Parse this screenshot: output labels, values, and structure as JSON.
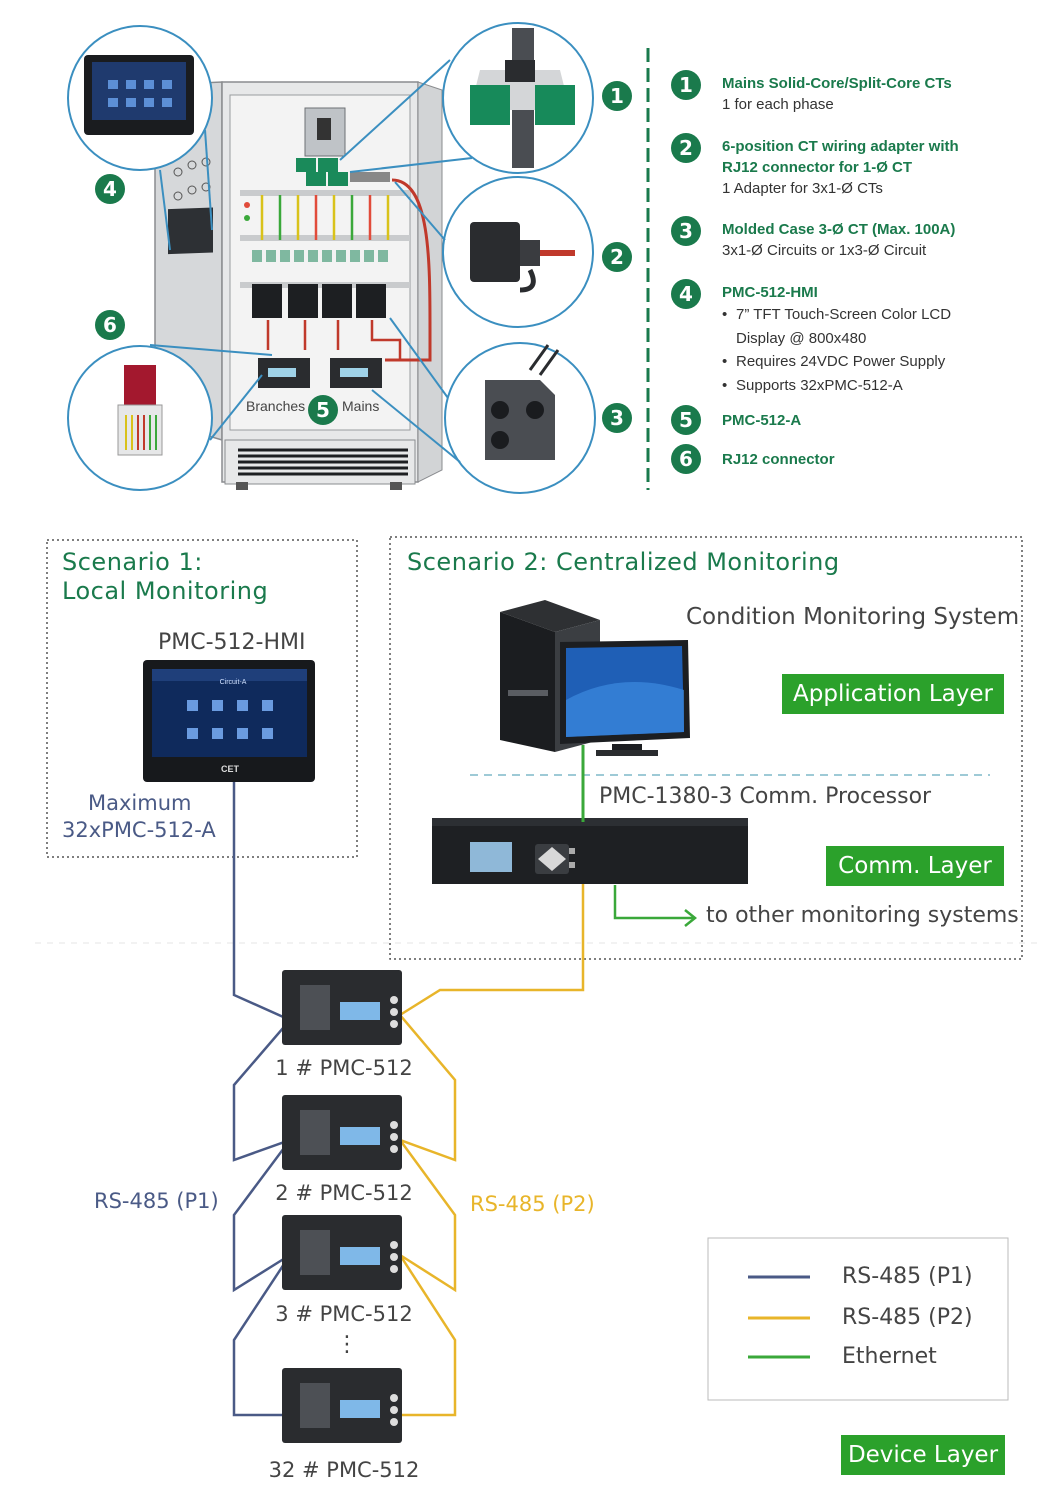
{
  "legend": [
    {
      "num": "1",
      "title": "Mains Solid-Core/Split-Core CTs",
      "desc": [
        "1 for each phase"
      ]
    },
    {
      "num": "2",
      "title": "6-position  CT  wiring  adapter  with RJ12 connector for 1-Ø CT",
      "desc": [
        "1 Adapter for 3x1-Ø CTs"
      ]
    },
    {
      "num": "3",
      "title": "Molded Case 3-Ø CT (Max. 100A)",
      "desc": [
        "3x1-Ø Circuits or 1x3-Ø Circuit"
      ]
    },
    {
      "num": "4",
      "title": "PMC-512-HMI",
      "bullets": [
        "7” TFT Touch-Screen Color LCD Display @ 800x480",
        "Requires 24VDC Power Supply",
        "Supports 32xPMC-512-A"
      ]
    },
    {
      "num": "5",
      "title": "PMC-512-A"
    },
    {
      "num": "6",
      "title": "RJ12 connector"
    }
  ],
  "cabinet": {
    "branches_label": "Branches",
    "mains_label": "Mains",
    "callouts": [
      "1",
      "2",
      "3",
      "4",
      "5",
      "6"
    ]
  },
  "scenario1": {
    "title_line1": "Scenario 1:",
    "title_line2": "Local Monitoring",
    "hmi_label": "PMC-512-HMI",
    "max_line1": "Maximum",
    "max_line2": "32xPMC-512-A",
    "hmi_brand": "CET",
    "hmi_screen_title": "Circuit-A"
  },
  "scenario2": {
    "title": "Scenario 2: Centralized Monitoring",
    "cms_label": "Condition Monitoring System",
    "app_layer": "Application Layer",
    "proc_label": "PMC-1380-3 Comm. Processor",
    "comm_layer": "Comm. Layer",
    "other_systems": "to other monitoring systems"
  },
  "devices": [
    "1 # PMC-512",
    "2 # PMC-512",
    "3 # PMC-512",
    "32 # PMC-512"
  ],
  "device_ellipsis": "⋮",
  "bus_labels": {
    "p1": "RS-485 (P1)",
    "p2": "RS-485 (P2)"
  },
  "line_legend": [
    {
      "label": "RS-485 (P1)",
      "color": "#4a5a86"
    },
    {
      "label": "RS-485 (P2)",
      "color": "#e8b52a"
    },
    {
      "label": "Ethernet",
      "color": "#3aa83a"
    }
  ],
  "device_layer": "Device Layer",
  "colors": {
    "accent": "#1a7a4c",
    "layer_green": "#2ba12b",
    "p1": "#4a5a86",
    "p2": "#e8b52a",
    "ethernet": "#3aa83a",
    "callout_line": "#3b8fc0"
  }
}
